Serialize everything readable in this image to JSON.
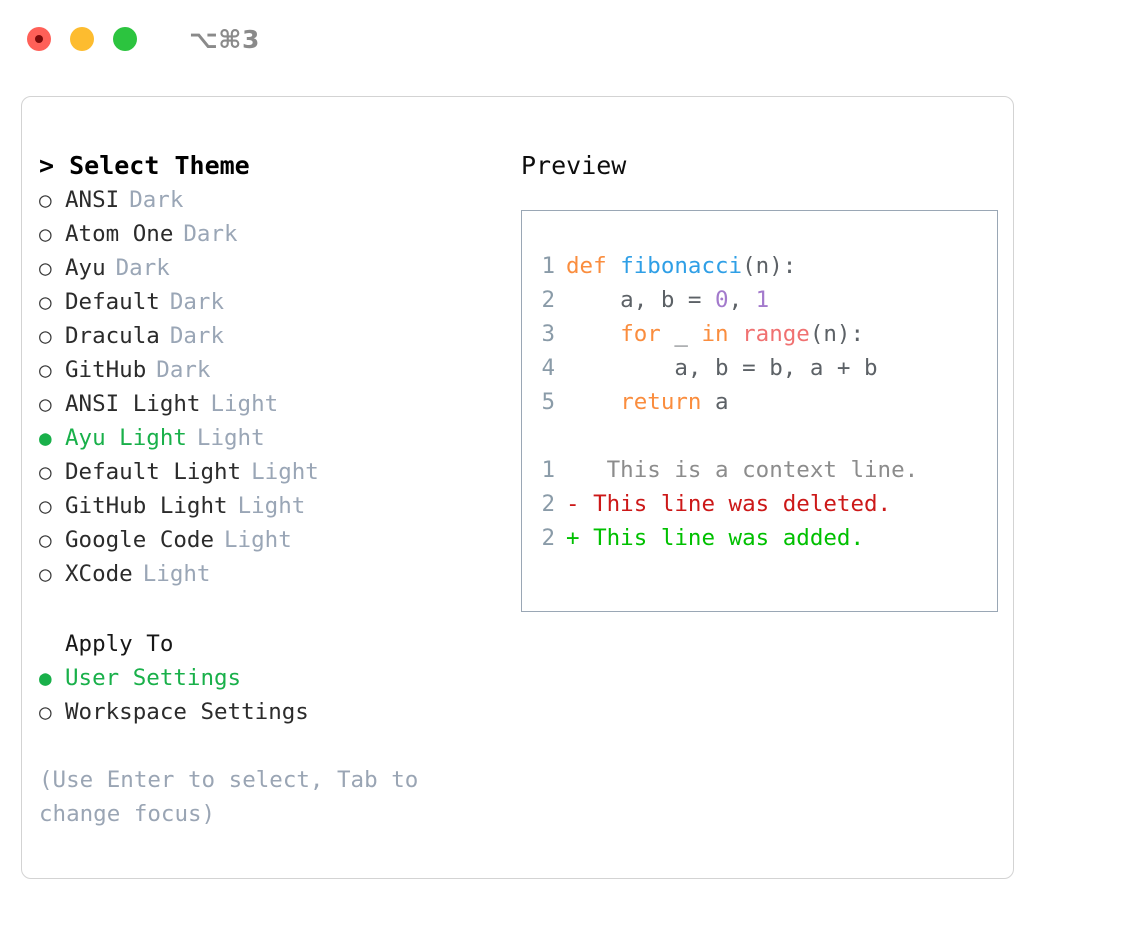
{
  "titlebar": {
    "shortcut": "⌥⌘3",
    "buttons": [
      {
        "name": "close",
        "color": "#ff6058"
      },
      {
        "name": "minimize",
        "color": "#fdbc2f"
      },
      {
        "name": "maximize",
        "color": "#2cc43f"
      }
    ]
  },
  "theme_list": {
    "header": "> Select Theme",
    "bullet_selected": "●",
    "bullet_unselected": "○",
    "items": [
      {
        "label": "ANSI",
        "tag": "Dark",
        "selected": false
      },
      {
        "label": "Atom One",
        "tag": "Dark",
        "selected": false
      },
      {
        "label": "Ayu",
        "tag": "Dark",
        "selected": false
      },
      {
        "label": "Default",
        "tag": "Dark",
        "selected": false
      },
      {
        "label": "Dracula",
        "tag": "Dark",
        "selected": false
      },
      {
        "label": "GitHub",
        "tag": "Dark",
        "selected": false
      },
      {
        "label": "ANSI Light",
        "tag": "Light",
        "selected": false
      },
      {
        "label": "Ayu Light",
        "tag": "Light",
        "selected": true
      },
      {
        "label": "Default Light",
        "tag": "Light",
        "selected": false
      },
      {
        "label": "GitHub Light",
        "tag": "Light",
        "selected": false
      },
      {
        "label": "Google Code",
        "tag": "Light",
        "selected": false
      },
      {
        "label": "XCode",
        "tag": "Light",
        "selected": false
      }
    ]
  },
  "apply_to": {
    "header": "Apply To",
    "items": [
      {
        "label": "User Settings",
        "selected": true
      },
      {
        "label": "Workspace Settings",
        "selected": false
      }
    ]
  },
  "hint": "(Use Enter to select, Tab to change focus)",
  "preview": {
    "title": "Preview",
    "code_lines": [
      {
        "number": "1",
        "tokens": [
          {
            "text": "def ",
            "type": "kw"
          },
          {
            "text": "fibonacci",
            "type": "fn"
          },
          {
            "text": "(n):",
            "type": "pln"
          }
        ]
      },
      {
        "number": "2",
        "tokens": [
          {
            "text": "    a, b = ",
            "type": "pln"
          },
          {
            "text": "0",
            "type": "num"
          },
          {
            "text": ", ",
            "type": "pln"
          },
          {
            "text": "1",
            "type": "num"
          }
        ]
      },
      {
        "number": "3",
        "tokens": [
          {
            "text": "    ",
            "type": "pln"
          },
          {
            "text": "for",
            "type": "kw"
          },
          {
            "text": " _ ",
            "type": "pln"
          },
          {
            "text": "in",
            "type": "kw"
          },
          {
            "text": " ",
            "type": "pln"
          },
          {
            "text": "range",
            "type": "call"
          },
          {
            "text": "(n):",
            "type": "pln"
          }
        ]
      },
      {
        "number": "4",
        "tokens": [
          {
            "text": "        a, b = b, a + b",
            "type": "pln"
          }
        ]
      },
      {
        "number": "5",
        "tokens": [
          {
            "text": "    ",
            "type": "pln"
          },
          {
            "text": "return",
            "type": "kw"
          },
          {
            "text": " a",
            "type": "pln"
          }
        ]
      }
    ],
    "diff_lines": [
      {
        "number": "1",
        "marker": " ",
        "text": "  This is a context line.",
        "type": "ctx"
      },
      {
        "number": "2",
        "marker": "-",
        "text": " This line was deleted.",
        "type": "del"
      },
      {
        "number": "2",
        "marker": "+",
        "text": " This line was added.",
        "type": "add"
      }
    ]
  },
  "colors": {
    "accent_green": "#19b04a",
    "keyword_orange": "#fa8d3e",
    "function_blue": "#2f9fe6",
    "number_purple": "#a37acc",
    "call_red": "#f07171",
    "tag_gray": "#9aa6b6",
    "linenum_gray": "#8a9ba8",
    "diff_deleted": "#cc1818",
    "diff_added": "#00c000",
    "panel_border": "#d3d3d3",
    "preview_border": "#9aa7b5"
  }
}
